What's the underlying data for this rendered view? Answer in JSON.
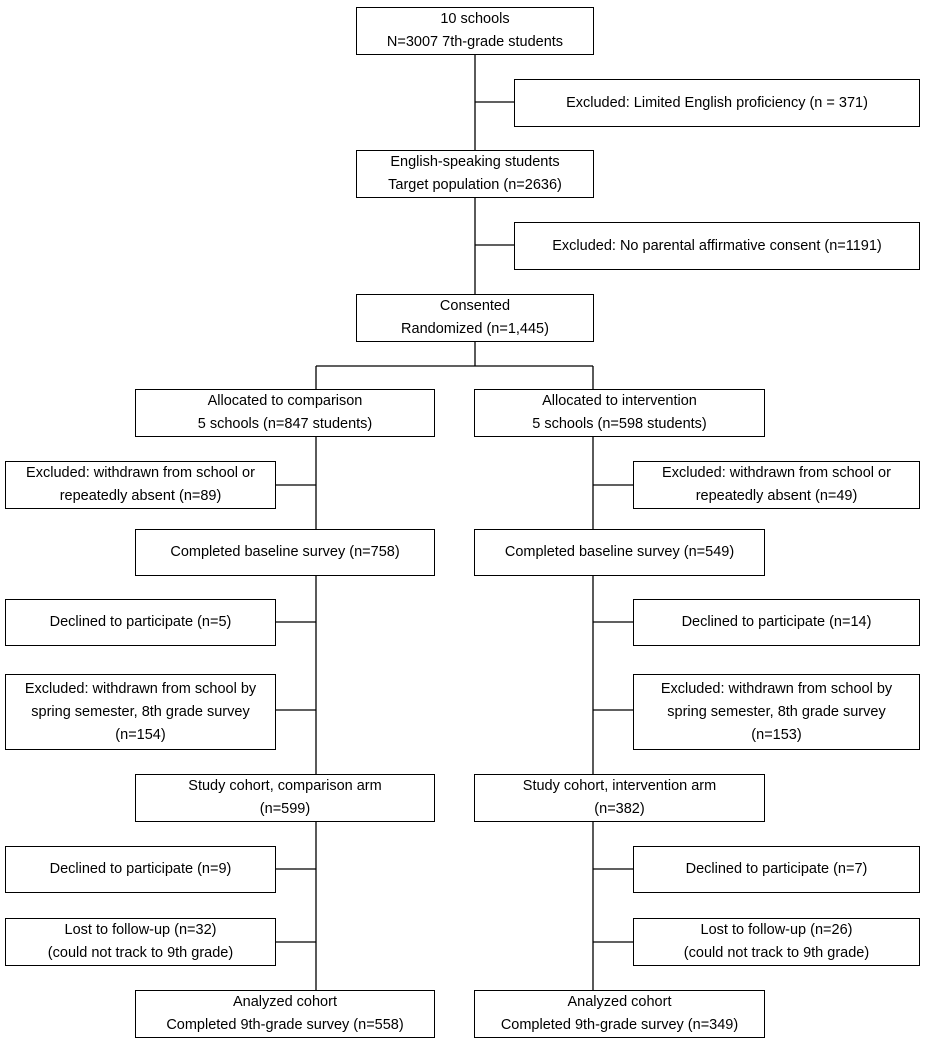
{
  "flow": {
    "schools": [
      "10 schools",
      "N=3007 7th-grade students"
    ],
    "excl_english": "Excluded:  Limited English proficiency (n = 371)",
    "target": [
      "English-speaking students",
      "Target population (n=2636)"
    ],
    "excl_consent": "Excluded:  No parental affirmative consent (n=1191)",
    "consented": [
      "Consented",
      "Randomized (n=1,445)"
    ],
    "comparison": {
      "allocated": [
        "Allocated to comparison",
        "5 schools  (n=847 students)"
      ],
      "excl_withdrawn": [
        "Excluded:  withdrawn from school  or",
        "repeatedly absent (n=89)"
      ],
      "baseline": "Completed baseline survey (n=758)",
      "declined_1": "Declined to participate (n=5)",
      "excl_spring": [
        "Excluded:  withdrawn from school by",
        "spring semester, 8th grade survey",
        "(n=154)"
      ],
      "cohort": [
        "Study cohort, comparison arm",
        "(n=599)"
      ],
      "declined_2": "Declined to participate (n=9)",
      "lost": [
        "Lost to follow-up (n=32)",
        "(could not track to 9th grade)"
      ],
      "analyzed": [
        "Analyzed cohort",
        "Completed 9th-grade survey (n=558)"
      ]
    },
    "intervention": {
      "allocated": [
        "Allocated to intervention",
        "5 schools (n=598 students)"
      ],
      "excl_withdrawn": [
        "Excluded:  withdrawn from school or",
        "repeatedly absent (n=49)"
      ],
      "baseline": "Completed baseline survey (n=549)",
      "declined_1": "Declined to participate (n=14)",
      "excl_spring": [
        "Excluded:  withdrawn from school by",
        "spring semester, 8th grade survey",
        "(n=153)"
      ],
      "cohort": [
        "Study cohort, intervention arm",
        "(n=382)"
      ],
      "declined_2": "Declined to participate (n=7)",
      "lost": [
        "Lost to follow-up (n=26)",
        "(could not track to 9th grade)"
      ],
      "analyzed": [
        "Analyzed cohort",
        "Completed 9th-grade survey (n=349)"
      ]
    }
  }
}
